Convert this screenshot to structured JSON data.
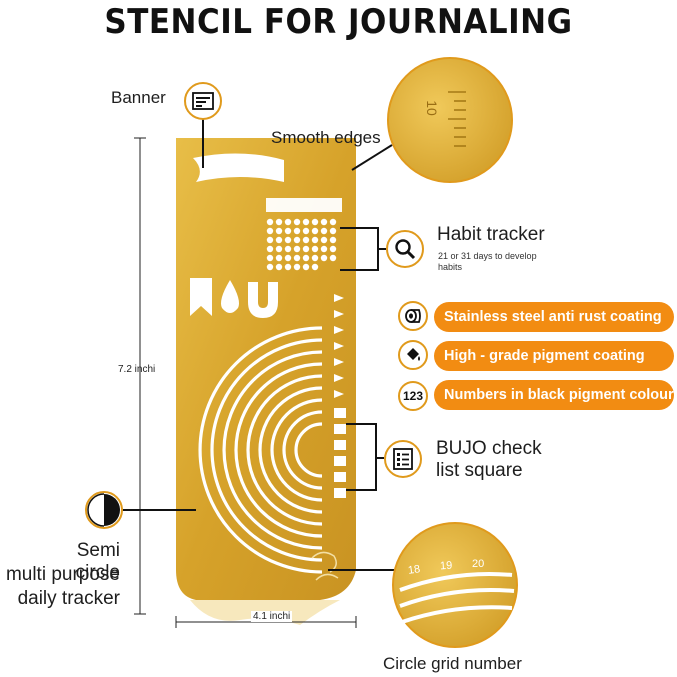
{
  "title": "STENCIL FOR JOURNALING",
  "callouts": {
    "banner": "Banner",
    "smooth_edges": "Smooth edges",
    "habit_tracker": "Habit tracker",
    "habit_tracker_sub_1": "21 or 31 days to develop",
    "habit_tracker_sub_2": "habits",
    "bujo_1": "BUJO check",
    "bujo_2": "list square",
    "semi_circle_1": "Semi circle",
    "semi_circle_2": "multi purpose",
    "semi_circle_3": "daily tracker",
    "circle_grid": "Circle grid number"
  },
  "features": [
    {
      "label": "Stainless steel anti rust coating",
      "icon": "coil-icon"
    },
    {
      "label": "High - grade pigment coating",
      "icon": "paint-bucket-icon"
    },
    {
      "label": "Numbers in black pigment colour",
      "icon": "numbers-icon",
      "icon_text": "123"
    }
  ],
  "dimensions": {
    "height": "7.2 inchi",
    "width": "4.1 inchi"
  },
  "zoom_numbers": [
    "18",
    "19",
    "20"
  ],
  "ruler_number": "10",
  "colors": {
    "accent_orange": "#f28c12",
    "gold": "#d9a92e",
    "icon_ring": "#e09a1c"
  }
}
